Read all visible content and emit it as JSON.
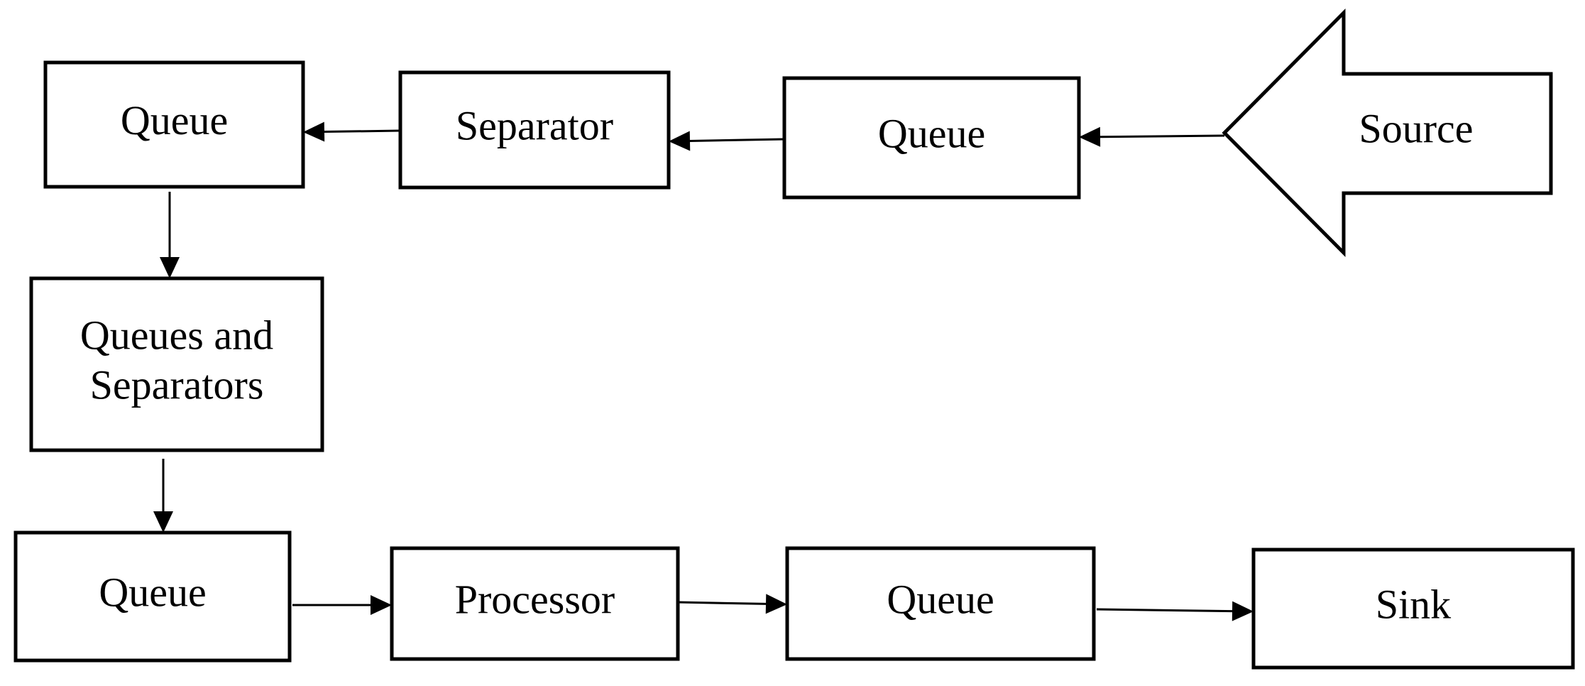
{
  "diagram": {
    "nodes": [
      {
        "id": "source",
        "shape": "arrow-left",
        "lines": [
          "Source"
        ]
      },
      {
        "id": "queue-top-right",
        "shape": "box",
        "lines": [
          "Queue"
        ]
      },
      {
        "id": "separator",
        "shape": "box",
        "lines": [
          "Separator"
        ]
      },
      {
        "id": "queue-top-left",
        "shape": "box",
        "lines": [
          "Queue"
        ]
      },
      {
        "id": "queues-and-separators",
        "shape": "box",
        "lines": [
          "Queues and",
          "Separators"
        ]
      },
      {
        "id": "queue-bottom-left",
        "shape": "box",
        "lines": [
          "Queue"
        ]
      },
      {
        "id": "processor",
        "shape": "box",
        "lines": [
          "Processor"
        ]
      },
      {
        "id": "queue-bottom-right",
        "shape": "box",
        "lines": [
          "Queue"
        ]
      },
      {
        "id": "sink",
        "shape": "box",
        "lines": [
          "Sink"
        ]
      }
    ],
    "edges": [
      {
        "from": "source",
        "to": "queue-top-right"
      },
      {
        "from": "queue-top-right",
        "to": "separator"
      },
      {
        "from": "separator",
        "to": "queue-top-left"
      },
      {
        "from": "queue-top-left",
        "to": "queues-and-separators"
      },
      {
        "from": "queues-and-separators",
        "to": "queue-bottom-left"
      },
      {
        "from": "queue-bottom-left",
        "to": "processor"
      },
      {
        "from": "processor",
        "to": "queue-bottom-right"
      },
      {
        "from": "queue-bottom-right",
        "to": "sink"
      }
    ],
    "colors": {
      "stroke": "#000000",
      "fill": "#ffffff",
      "text": "#000000"
    }
  }
}
